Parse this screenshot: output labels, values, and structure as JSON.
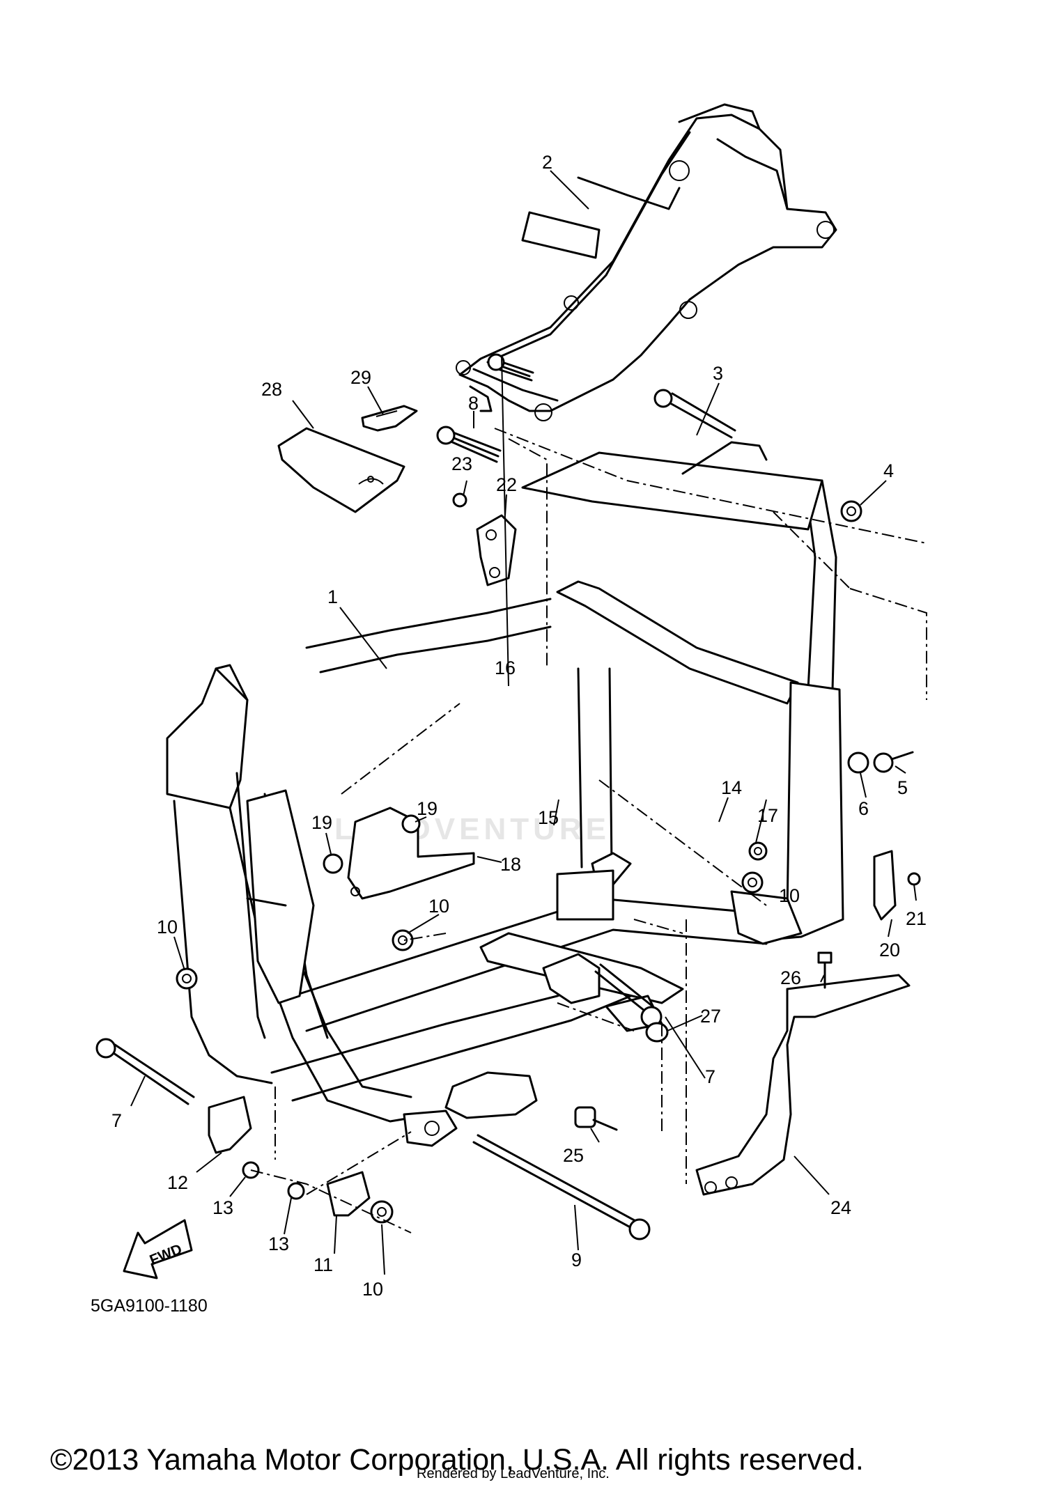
{
  "figure_code": "5GA9100-1180",
  "fwd_label": "FWD",
  "watermark": "LEADVENTURE",
  "copyright": "©2013 Yamaha Motor Corporation, U.S.A. All rights reserved.",
  "rendered_by": "Rendered by LeadVenture, Inc.",
  "callouts": {
    "c1": "1",
    "c2": "2",
    "c3": "3",
    "c4": "4",
    "c5": "5",
    "c6": "6",
    "c7a": "7",
    "c7b": "7",
    "c8": "8",
    "c9": "9",
    "c10a": "10",
    "c10b": "10",
    "c10c": "10",
    "c10d": "10",
    "c11": "11",
    "c12": "12",
    "c13a": "13",
    "c13b": "13",
    "c14": "14",
    "c15": "15",
    "c16": "16",
    "c17": "17",
    "c18": "18",
    "c19a": "19",
    "c19b": "19",
    "c20": "20",
    "c21": "21",
    "c22": "22",
    "c23": "23",
    "c24": "24",
    "c25": "25",
    "c26": "26",
    "c27": "27",
    "c28": "28",
    "c29": "29"
  }
}
